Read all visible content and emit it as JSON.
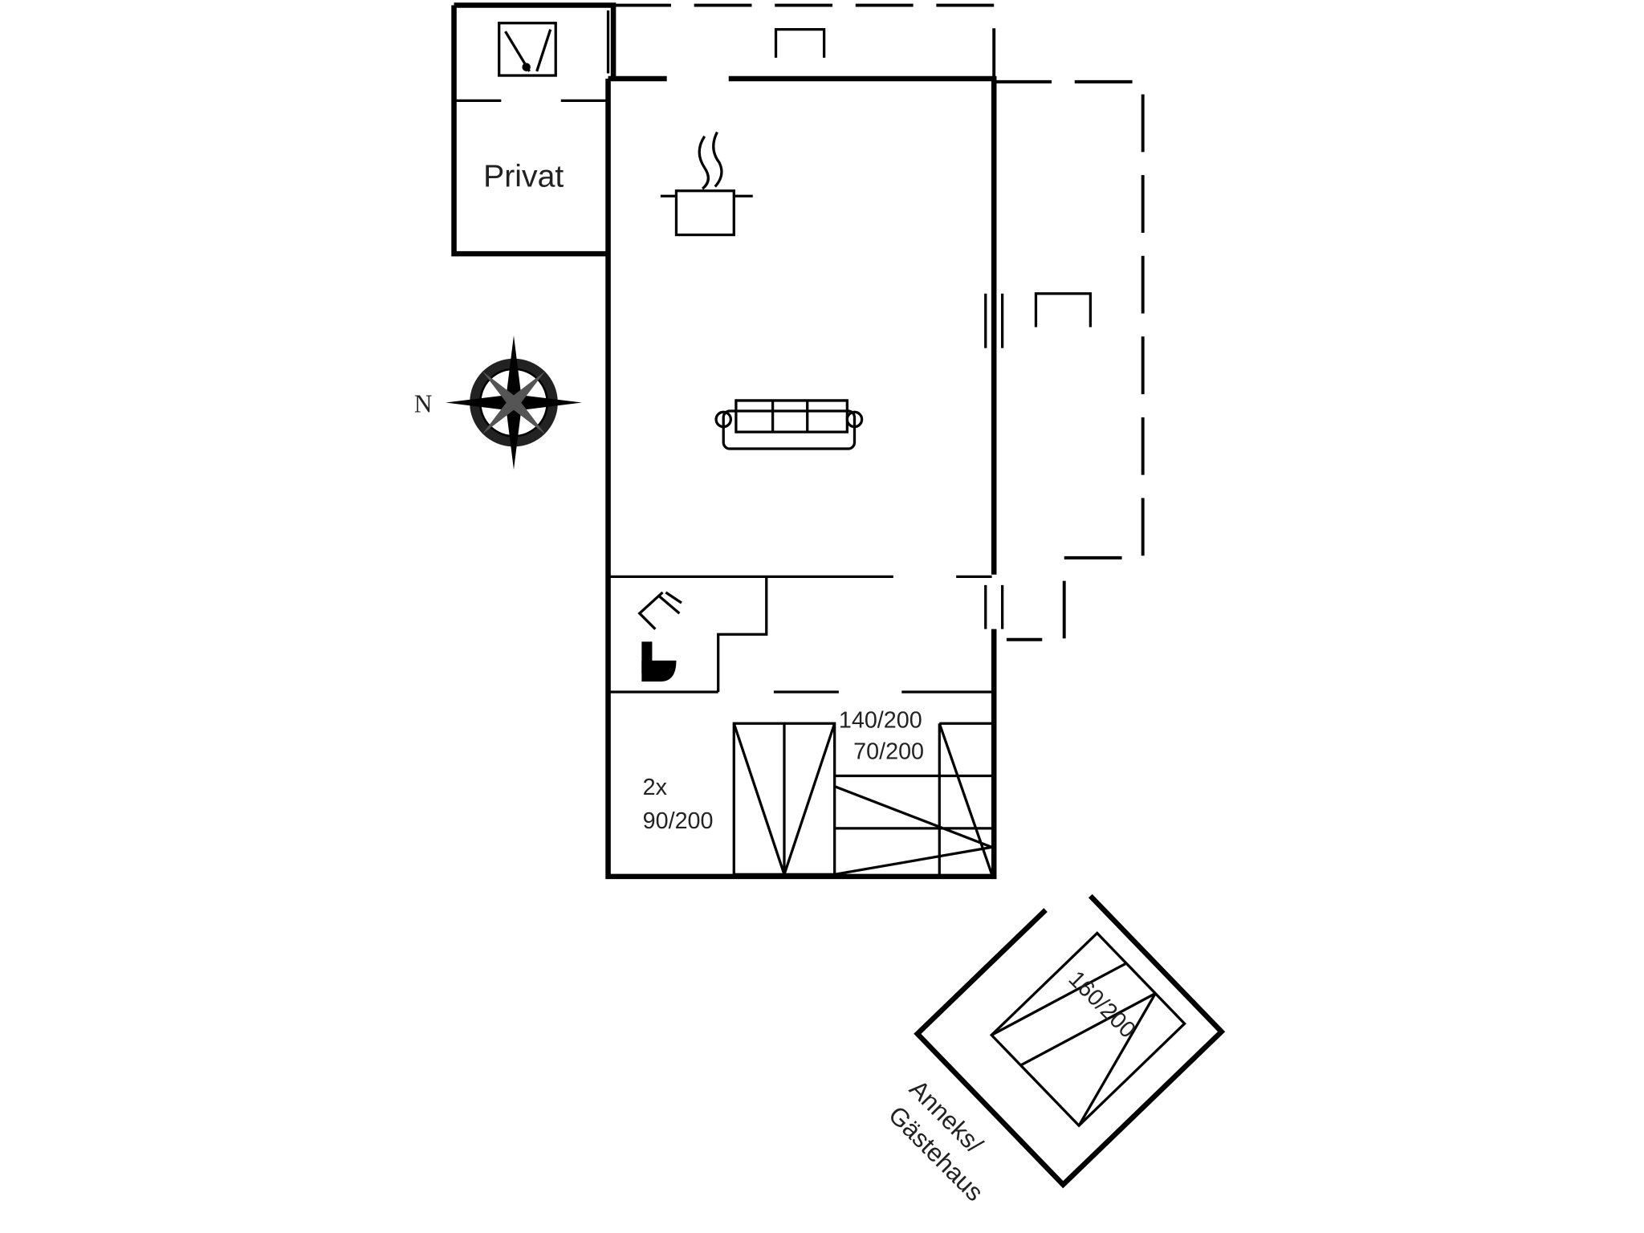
{
  "rooms": {
    "privat_label": "Privat",
    "compass_north": "N",
    "beds_two_single": {
      "count": "2x",
      "size": "90/200"
    },
    "beds_double": "140/200",
    "beds_single": "70/200",
    "annex_bed": "160/200",
    "annex_label_line1": "Anneks/",
    "annex_label_line2": "Gästehaus"
  },
  "colors": {
    "line": "#000000",
    "background": "#ffffff"
  }
}
